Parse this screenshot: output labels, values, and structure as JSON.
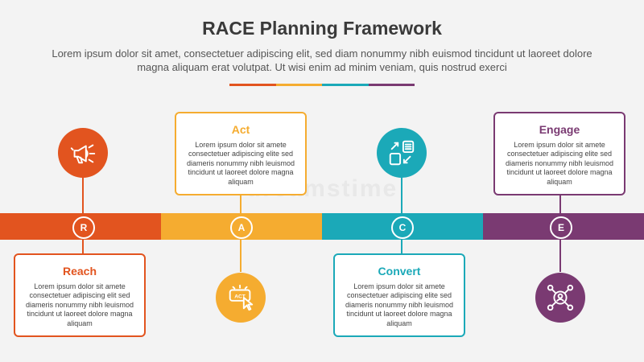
{
  "header": {
    "title": "RACE Planning Framework",
    "subtitle": "Lorem ipsum dolor sit amet, consectetuer adipiscing elit, sed diam nonummy nibh euismod tincidunt ut laoreet dolore magna aliquam erat volutpat. Ut wisi enim ad minim veniam, quis nostrud exerci"
  },
  "colors": {
    "reach": "#e2541f",
    "act": "#f5ac30",
    "convert": "#1ba9b8",
    "engage": "#7a3a72"
  },
  "stages": [
    {
      "letter": "R",
      "title": "Reach",
      "body": "Lorem ipsum dolor sit amete consectetuer adipiscing elit sed diameris nonummy nibh leuismod tincidunt ut laoreet dolore magna aliquam",
      "icon": "megaphone-icon"
    },
    {
      "letter": "A",
      "title": "Act",
      "body": "Lorem ipsum dolor sit amete consectetuer adipiscing elite sed diameris nonummy nibh leuismod tincidunt ut laoreet dolore magna aliquam",
      "icon": "act-cursor-icon"
    },
    {
      "letter": "C",
      "title": "Convert",
      "body": "Lorem ipsum dolor sit amete consectetuer adipiscing elite sed diameris nonummy nibh leuismod tincidunt ut laoreet dolore magna aliquam",
      "icon": "conversion-icon"
    },
    {
      "letter": "E",
      "title": "Engage",
      "body": "Lorem ipsum dolor sit amete consectetuer adipiscing elite sed diameris nonummy nibh leuismod tincidunt ut laoreet dolore magna aliquam",
      "icon": "network-user-icon"
    }
  ],
  "watermark": "dreamstime"
}
